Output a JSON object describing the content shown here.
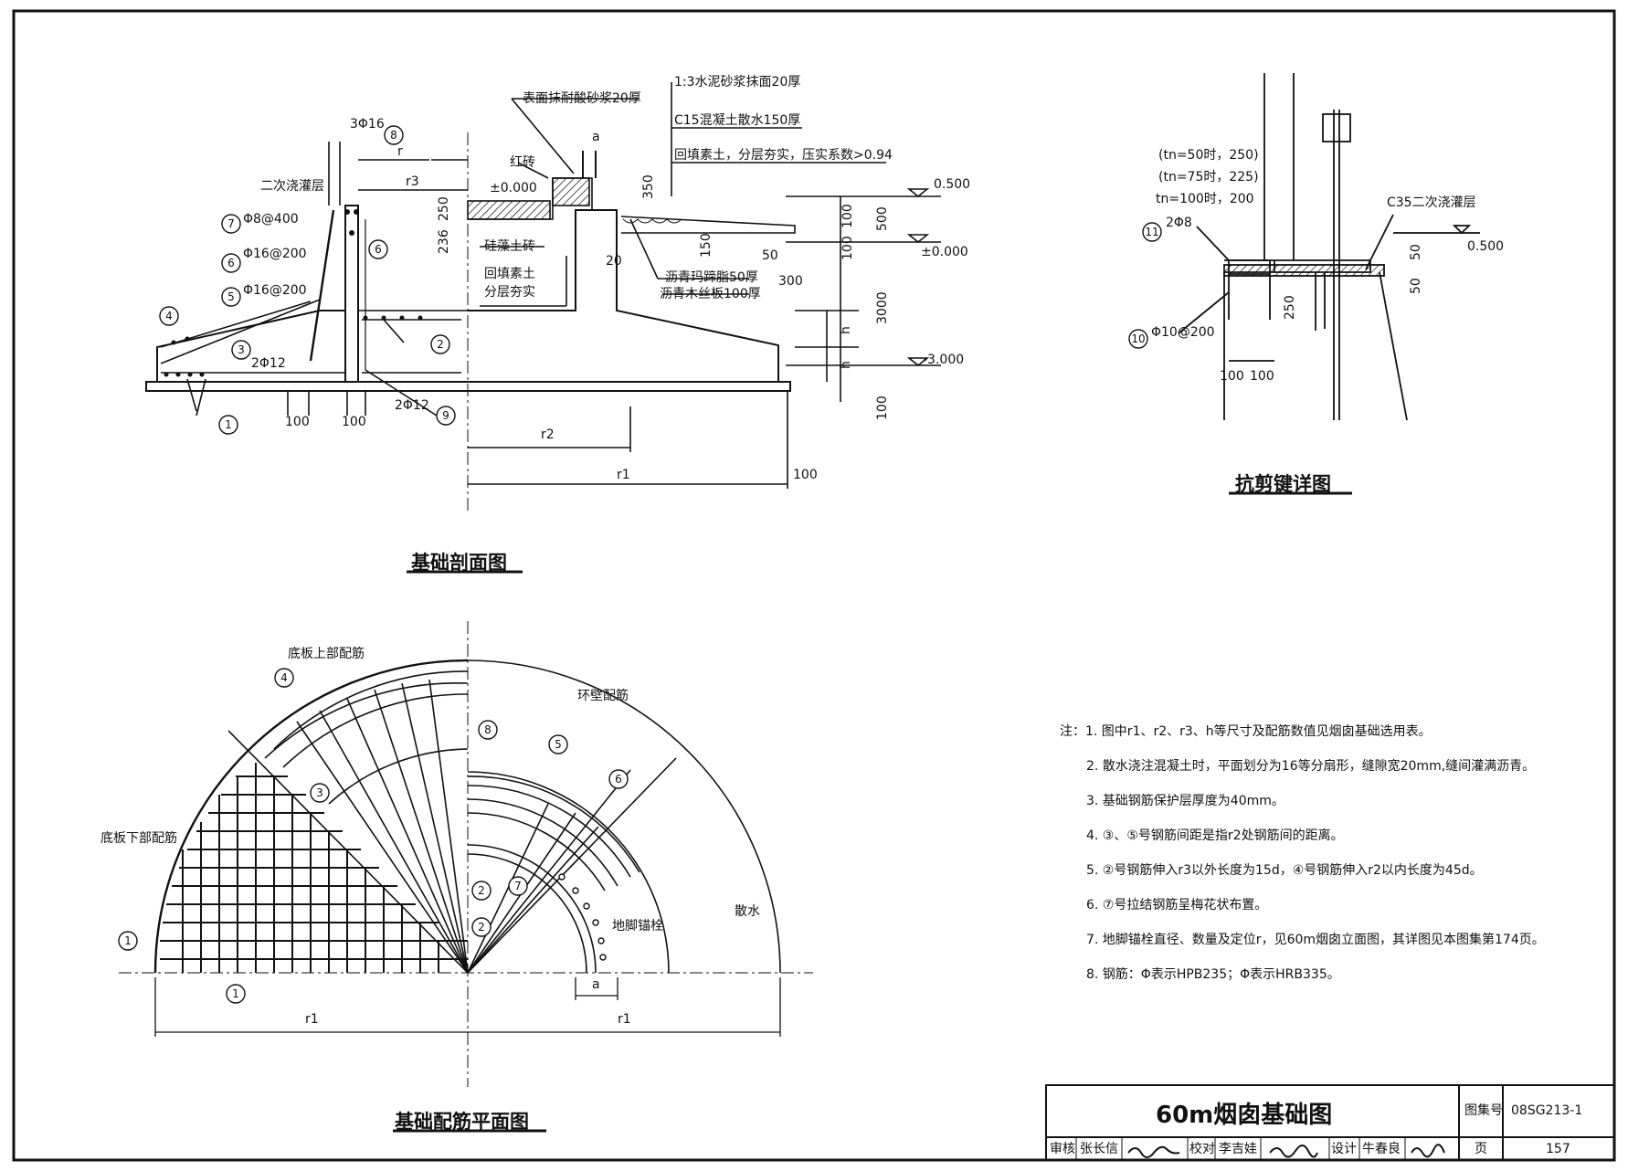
{
  "section": {
    "title": "基础剖面图",
    "labels": {
      "r": "r",
      "r3": "r3",
      "r2": "r2",
      "r1": "r1",
      "rebar8": "3Φ16",
      "c8": "8",
      "secondary_grout": "二次浇灌层",
      "rebar7": "Φ8@400",
      "c7": "7",
      "rebar6": "Φ16@200",
      "c6": "6",
      "rebar5": "Φ16@200",
      "c5": "5",
      "c4": "4",
      "c3": "3",
      "c2": "2",
      "c1": "1",
      "c9": "9",
      "rebar_2phi12_a": "2Φ12",
      "rebar_2phi12_b": "2Φ12",
      "dim100a": "100",
      "dim100b": "100",
      "dim100c": "100",
      "dim100d": "100",
      "acid_mortar": "表面抹耐酸砂浆20厚",
      "red_brick": "红砖",
      "elev_pm0": "±0.000",
      "dim250": "250",
      "dim236": "236",
      "diatomite": "硅藻土砖",
      "backfill": "回填素土",
      "layered": "分层夯实",
      "dim_a": "a",
      "dim350": "350",
      "dim150": "150",
      "dim20": "20",
      "dim50": "50",
      "dim300": "300",
      "cement_mortar": "1:3水泥砂浆抹面20厚",
      "c15_apron": "C15混凝土散水150厚",
      "backfill_comp": "回填素土，分层夯实，压实系数>0.94",
      "asphalt_mastic": "沥青玛蹄脂50厚",
      "asphalt_board": "沥青木丝板100厚",
      "elev_0500": "0.500",
      "elev_000": "±0.000",
      "elev_m3000": "-3.000",
      "dim500": "500",
      "dim100e": "100",
      "dim100f": "100",
      "dim3000": "3000",
      "h1": "h",
      "h2": "h"
    }
  },
  "shear": {
    "title": "抗剪键详图",
    "labels": {
      "tn50": "(tn=50时，250)",
      "tn75": "(tn=75时，225)",
      "tn100": "tn=100时，200",
      "c11": "11",
      "rebar11": "2Φ8",
      "c35": "C35二次浇灌层",
      "dim50a": "50",
      "dim50b": "50",
      "elev_0500": "0.500",
      "dim250": "250",
      "c10": "10",
      "rebar10": "Φ10@200",
      "dim100a": "100",
      "dim100b": "100"
    }
  },
  "plan": {
    "title": "基础配筋平面图",
    "labels": {
      "top_rebar": "底板上部配筋",
      "ring_wall": "环壁配筋",
      "bottom_rebar": "底板下部配筋",
      "c4": "4",
      "c3": "3",
      "c8": "8",
      "c5": "5",
      "c6": "6",
      "c2a": "2",
      "c2b": "2",
      "c7": "7",
      "c1a": "1",
      "c1b": "1",
      "anchor": "地脚锚栓",
      "apron": "散水",
      "dim_a": "a",
      "r1a": "r1",
      "r1b": "r1"
    }
  },
  "notes": [
    "注：1. 图中r1、r2、r3、h等尺寸及配筋数值见烟囱基础选用表。",
    "2. 散水浇注混凝土时，平面划分为16等分扇形，缝隙宽20mm,缝间灌满沥青。",
    "3. 基础钢筋保护层厚度为40mm。",
    "4. ③、⑤号钢筋间距是指r2处钢筋间的距离。",
    "5. ②号钢筋伸入r3以外长度为15d，④号钢筋伸入r2以内长度为45d。",
    "6. ⑦号拉结钢筋呈梅花状布置。",
    "7. 地脚锚栓直径、数量及定位r，见60m烟囱立面图，其详图见本图集第174页。",
    "8. 钢筋：Φ表示HPB235；Φ表示HRB335。"
  ],
  "title_block": {
    "drawing_title": "60m烟囱基础图",
    "atlas_label": "图集号",
    "atlas_no": "08SG213-1",
    "review": "审核",
    "reviewer": "张长信",
    "check": "校对",
    "checker": "李吉娃",
    "design": "设计",
    "designer": "牛春良",
    "page_label": "页",
    "page_no": "157"
  }
}
